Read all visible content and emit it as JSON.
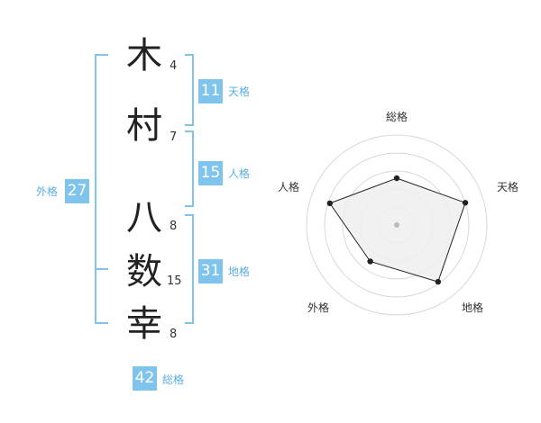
{
  "name": {
    "characters": [
      {
        "char": "木",
        "strokes": "4"
      },
      {
        "char": "村",
        "strokes": "7"
      },
      {
        "char": "八",
        "strokes": "8"
      },
      {
        "char": "数",
        "strokes": "15"
      },
      {
        "char": "幸",
        "strokes": "8"
      }
    ]
  },
  "fortunes": {
    "tenkaku": {
      "value": "11",
      "label": "天格"
    },
    "jinkaku": {
      "value": "15",
      "label": "人格"
    },
    "chikaku": {
      "value": "31",
      "label": "地格"
    },
    "gaikaku": {
      "value": "27",
      "label": "外格"
    },
    "soukaku": {
      "value": "42",
      "label": "総格"
    }
  },
  "radar": {
    "axes": [
      "総格",
      "天格",
      "地格",
      "外格",
      "人格"
    ],
    "levels": [
      0.52,
      0.8,
      0.78,
      0.5,
      0.78
    ],
    "colors": {
      "ring": "#d8d8d8",
      "fill": "#efefef",
      "line": "#222222",
      "center": "#bbbbbb"
    }
  },
  "colors": {
    "accent": "#7fc4ec",
    "accent_text": "#5aaee0"
  }
}
